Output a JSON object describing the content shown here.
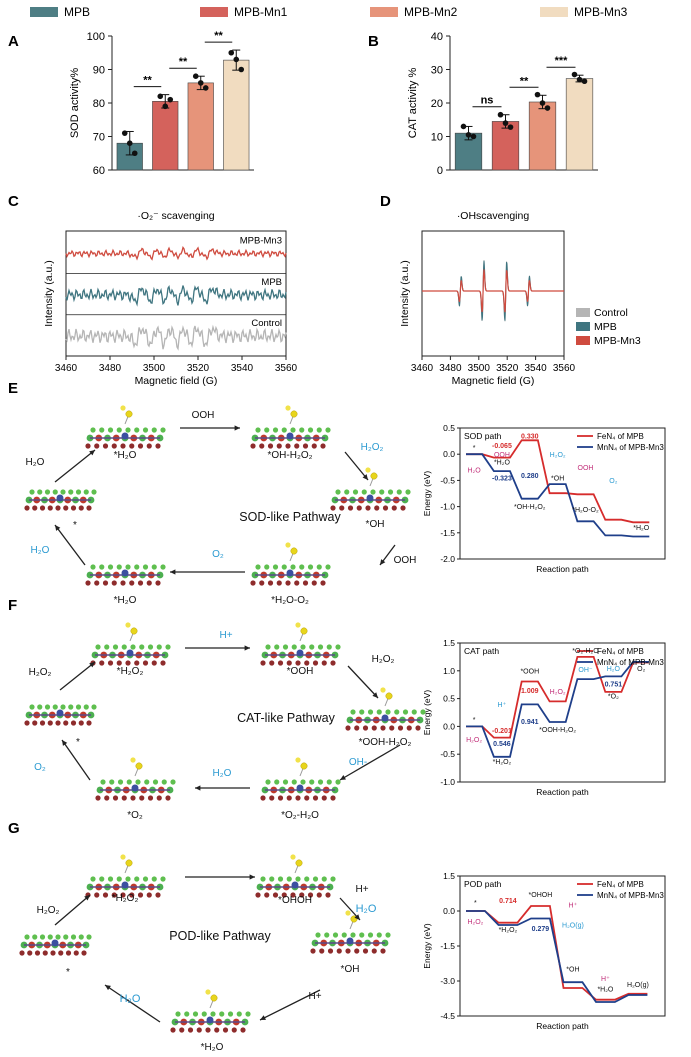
{
  "legend": {
    "items": [
      {
        "label": "MPB",
        "color": "#4e7e84"
      },
      {
        "label": "MPB-Mn1",
        "color": "#d4625c"
      },
      {
        "label": "MPB-Mn2",
        "color": "#e6947a"
      },
      {
        "label": "MPB-Mn3",
        "color": "#f1dcc0"
      }
    ]
  },
  "panels": {
    "A": "A",
    "B": "B",
    "C": "C",
    "D": "D",
    "E": "E",
    "F": "F",
    "G": "G"
  },
  "colors": {
    "red": "#d62c2c",
    "blue": "#1f3f8a",
    "cyan": "#2b9ad1",
    "magenta": "#c2307a",
    "teal": "#3f7580",
    "grey": "#b5b5b5",
    "epr_red": "#cf4b3f"
  },
  "chart_data": [
    {
      "id": "A",
      "type": "bar",
      "title": "",
      "xlabel": "",
      "ylabel": "SOD activity%",
      "categories": [
        "MPB",
        "MPB-Mn1",
        "MPB-Mn2",
        "MPB-Mn3"
      ],
      "values": [
        68,
        80.5,
        86,
        92.8
      ],
      "errors": [
        3.5,
        2,
        2,
        3
      ],
      "points": [
        [
          71,
          68,
          65
        ],
        [
          82,
          79,
          81
        ],
        [
          88,
          86,
          84.5
        ],
        [
          95,
          93,
          90
        ]
      ],
      "ylim": [
        60,
        100
      ],
      "yticks": [
        60,
        70,
        80,
        90,
        100
      ],
      "significance": [
        {
          "from": 0,
          "to": 1,
          "label": "**"
        },
        {
          "from": 1,
          "to": 2,
          "label": "**"
        },
        {
          "from": 2,
          "to": 3,
          "label": "**"
        }
      ]
    },
    {
      "id": "B",
      "type": "bar",
      "title": "",
      "xlabel": "",
      "ylabel": "CAT activity %",
      "categories": [
        "MPB",
        "MPB-Mn1",
        "MPB-Mn2",
        "MPB-Mn3"
      ],
      "values": [
        11,
        14.5,
        20.3,
        27.3
      ],
      "errors": [
        2,
        2,
        2,
        1
      ],
      "points": [
        [
          13,
          10.5,
          10
        ],
        [
          16.5,
          14,
          12.8
        ],
        [
          22.5,
          20,
          18.5
        ],
        [
          28.5,
          27,
          26.5
        ]
      ],
      "ylim": [
        0,
        40
      ],
      "yticks": [
        0,
        10,
        20,
        30,
        40
      ],
      "significance": [
        {
          "from": 0,
          "to": 1,
          "label": "ns"
        },
        {
          "from": 1,
          "to": 2,
          "label": "**"
        },
        {
          "from": 2,
          "to": 3,
          "label": "***"
        }
      ]
    },
    {
      "id": "C",
      "type": "line",
      "title": "·O₂⁻ scavenging",
      "xlabel": "Magnetic field (G)",
      "ylabel": "Intensity (a.u.)",
      "xlim": [
        3460,
        3560
      ],
      "xticks": [
        3460,
        3480,
        3500,
        3520,
        3540,
        3560
      ],
      "series": [
        {
          "name": "MPB-Mn3",
          "amplitude": 0.45
        },
        {
          "name": "MPB",
          "amplitude": 0.8
        },
        {
          "name": "Control",
          "amplitude": 1.0
        }
      ]
    },
    {
      "id": "D",
      "type": "line",
      "title": "·OHscavenging",
      "xlabel": "Magnetic field (G)",
      "ylabel": "Intensity (a.u.)",
      "xlim": [
        3460,
        3560
      ],
      "xticks": [
        3460,
        3480,
        3500,
        3520,
        3540,
        3560
      ],
      "peaks": [
        3487,
        3503,
        3519,
        3535
      ],
      "peak_ratio": [
        1,
        2,
        2,
        1
      ],
      "series": [
        {
          "name": "Control",
          "amplitude": 1.0
        },
        {
          "name": "MPB",
          "amplitude": 0.98
        },
        {
          "name": "MPB-Mn3",
          "amplitude": 0.7
        }
      ]
    },
    {
      "id": "E",
      "type": "line",
      "title": "SOD path",
      "xlabel": "Reaction path",
      "ylabel": "Energy (eV)",
      "ylim": [
        -2.0,
        0.5
      ],
      "yticks": [
        0.5,
        0.0,
        -0.5,
        -1.0,
        -1.5,
        -2.0
      ],
      "ytick_labels": [
        "0.5",
        "0.0",
        "-0.5",
        "-1.0",
        "-1.5",
        "-2.0"
      ],
      "series": [
        {
          "name": "FeN₄ of MPB",
          "values": [
            0,
            -0.065,
            0.265,
            -0.745,
            -0.765,
            -1.25,
            -1.3
          ]
        },
        {
          "name": "MnN₄ of MPB-Mn3",
          "values": [
            0,
            -0.323,
            -0.85,
            -0.57,
            -1.28,
            -1.55,
            -1.57
          ]
        }
      ],
      "labels": [
        {
          "text": "*",
          "kind": "black",
          "step": 0,
          "y": 0.08
        },
        {
          "text": "-0.065",
          "kind": "red",
          "step": 1,
          "y": 0.12
        },
        {
          "text": "0.330",
          "kind": "red",
          "step": 2,
          "y": 0.3
        },
        {
          "text": "OOH",
          "kind": "magenta",
          "step": 1,
          "y": -0.05
        },
        {
          "text": "H₂O",
          "kind": "magenta",
          "step": 0,
          "y": -0.35
        },
        {
          "text": "*H₂O",
          "kind": "black",
          "step": 1,
          "y": -0.2
        },
        {
          "text": "-0.323",
          "kind": "blue",
          "step": 1,
          "y": -0.5
        },
        {
          "text": "H₂O₂",
          "kind": "cyan",
          "step": 3,
          "y": -0.05
        },
        {
          "text": "OOH",
          "kind": "magenta",
          "step": 4,
          "y": -0.3
        },
        {
          "text": "O₂",
          "kind": "cyan",
          "step": 5,
          "y": -0.55
        },
        {
          "text": "0.280",
          "kind": "blue",
          "step": 2,
          "y": -0.45
        },
        {
          "text": "*OH",
          "kind": "black",
          "step": 3,
          "y": -0.5
        },
        {
          "text": "*OH-H₂O₂",
          "kind": "black",
          "step": 2,
          "y": -1.05
        },
        {
          "text": "*H₂O-O₂",
          "kind": "black",
          "step": 4,
          "y": -1.1
        },
        {
          "text": "*H₂O",
          "kind": "black",
          "step": 6,
          "y": -1.45
        }
      ]
    },
    {
      "id": "F",
      "type": "line",
      "title": "CAT path",
      "xlabel": "Reaction path",
      "ylabel": "Energy (eV)",
      "ylim": [
        -1.0,
        1.5
      ],
      "yticks": [
        1.5,
        1.0,
        0.5,
        0.0,
        -0.5,
        -1.0
      ],
      "ytick_labels": [
        "1.5",
        "1.0",
        "0.5",
        "0.0",
        "-0.5",
        "-1.0"
      ],
      "series": [
        {
          "name": "FeN₄ of MPB",
          "values": [
            0,
            -0.201,
            0.808,
            0.45,
            1.25,
            0.62,
            1.15
          ]
        },
        {
          "name": "MnN₄ of MPB-Mn3",
          "values": [
            0,
            -0.546,
            0.395,
            0.08,
            0.85,
            0.9,
            1.16
          ]
        }
      ],
      "labels": [
        {
          "text": "*",
          "kind": "black",
          "step": 0,
          "y": 0.08
        },
        {
          "text": "H₂O₂",
          "kind": "magenta",
          "step": 0,
          "y": -0.28
        },
        {
          "text": "-0.201",
          "kind": "red",
          "step": 1,
          "y": -0.12
        },
        {
          "text": "0.546",
          "kind": "blue",
          "step": 1,
          "y": -0.35
        },
        {
          "text": "*H₂O₂",
          "kind": "black",
          "step": 1,
          "y": -0.68
        },
        {
          "text": "H⁺",
          "kind": "cyan",
          "step": 1,
          "y": 0.35
        },
        {
          "text": "*OOH",
          "kind": "black",
          "step": 2,
          "y": 0.95
        },
        {
          "text": "1.009",
          "kind": "red",
          "step": 2,
          "y": 0.6
        },
        {
          "text": "H₂O₂",
          "kind": "magenta",
          "step": 3,
          "y": 0.58
        },
        {
          "text": "0.941",
          "kind": "blue",
          "step": 2,
          "y": 0.04
        },
        {
          "text": "*OOH-H₂O₂",
          "kind": "black",
          "step": 3,
          "y": -0.1
        },
        {
          "text": "OH⁻",
          "kind": "cyan",
          "step": 4,
          "y": 0.98
        },
        {
          "text": "*O₂-H₂O",
          "kind": "black",
          "step": 4,
          "y": 1.32
        },
        {
          "text": "H₂O",
          "kind": "cyan",
          "step": 5,
          "y": 1.0
        },
        {
          "text": "*O₂",
          "kind": "black",
          "step": 5,
          "y": 0.5
        },
        {
          "text": "0.751",
          "kind": "blue",
          "step": 5,
          "y": 0.72
        },
        {
          "text": "O₂",
          "kind": "black",
          "step": 6,
          "y": 1.0
        }
      ]
    },
    {
      "id": "G",
      "type": "line",
      "title": "POD path",
      "xlabel": "Reaction path",
      "ylabel": "Energy (eV)",
      "ylim": [
        -4.5,
        1.5
      ],
      "yticks": [
        1.5,
        0.0,
        -1.5,
        -3.0,
        -4.5
      ],
      "ytick_labels": [
        "1.5",
        "0.0",
        "-1.5",
        "-3.0",
        "-4.5"
      ],
      "series": [
        {
          "name": "FeN₄ of MPB",
          "values": [
            0,
            -0.5,
            0.214,
            -3.3,
            -3.8,
            -3.55
          ]
        },
        {
          "name": "MnN₄ of MPB-Mn3",
          "values": [
            0,
            -0.6,
            -0.321,
            -3.05,
            -3.9,
            -3.6
          ]
        }
      ],
      "labels": [
        {
          "text": "*",
          "kind": "black",
          "step": 0,
          "y": 0.25
        },
        {
          "text": "H₂O₂",
          "kind": "magenta",
          "step": 0,
          "y": -0.55
        },
        {
          "text": "0.714",
          "kind": "red",
          "step": 1,
          "y": 0.35
        },
        {
          "text": "*H₂O₂",
          "kind": "black",
          "step": 1,
          "y": -0.9
        },
        {
          "text": "0.279",
          "kind": "blue",
          "step": 2,
          "y": -0.85
        },
        {
          "text": "*OHOH",
          "kind": "black",
          "step": 2,
          "y": 0.6
        },
        {
          "text": "H⁺",
          "kind": "magenta",
          "step": 3,
          "y": 0.15
        },
        {
          "text": "H₂O(g)",
          "kind": "cyan",
          "step": 3,
          "y": -0.7
        },
        {
          "text": "*OH",
          "kind": "black",
          "step": 3,
          "y": -2.6
        },
        {
          "text": "H⁺",
          "kind": "magenta",
          "step": 4,
          "y": -3.0
        },
        {
          "text": "*H₂O",
          "kind": "black",
          "step": 4,
          "y": -3.45
        },
        {
          "text": "H₂O(g)",
          "kind": "black",
          "step": 5,
          "y": -3.25
        }
      ]
    }
  ],
  "pathways": {
    "E": {
      "title": "SOD-like Pathway",
      "nodes": [
        "*H₂O",
        "*OH-H₂O₂",
        "*OH",
        "*H₂O-O₂",
        "*H₂O",
        "*"
      ],
      "reagents": {
        "OOH_top": "OOH",
        "H2O2": "H₂O₂",
        "OOH_right": "OOH",
        "O2": "O₂",
        "H2O_left": "H₂O",
        "H2O_top": "H₂O"
      }
    },
    "F": {
      "title": "CAT-like Pathway",
      "nodes": [
        "*H₂O₂",
        "*OOH",
        "*OOH-H₂O₂",
        "*O₂-H₂O",
        "*O₂",
        "*"
      ],
      "reagents": {
        "H": "H+",
        "H2O2_right": "H₂O₂",
        "OH": "OH-",
        "H2O": "H₂O",
        "O2": "O₂",
        "H2O2_left": "H₂O₂"
      }
    },
    "G": {
      "title": "POD-like Pathway",
      "nodes": [
        "*H₂O₂",
        "*OHOH",
        "*OH",
        "*H₂O",
        "*"
      ],
      "reagents": {
        "H_top": "H+",
        "H2O_right": "H₂O",
        "H_bottom": "H+",
        "H2O_left": "H₂O",
        "H2O2_left": "H₂O₂"
      }
    }
  },
  "icons": [
    "molecule-slab-icon",
    "reaction-arrow-icon"
  ]
}
